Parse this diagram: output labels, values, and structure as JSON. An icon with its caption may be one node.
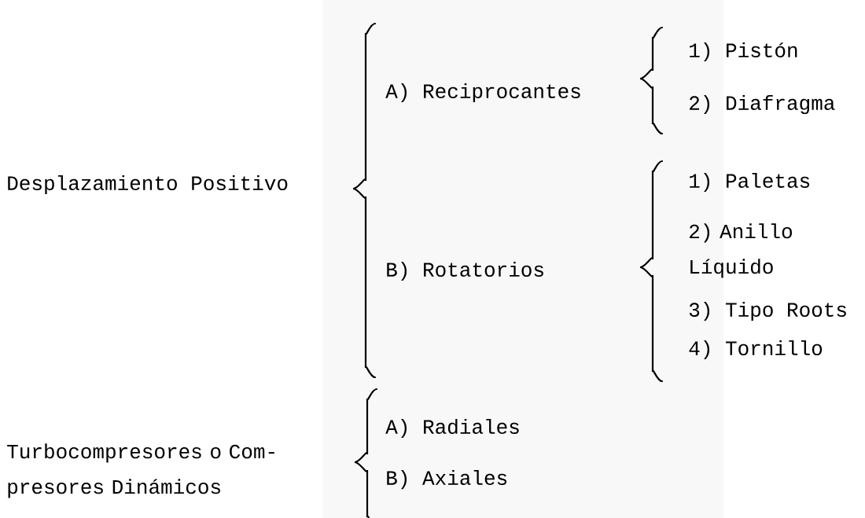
{
  "diagram": {
    "labels": [
      "Desplazamiento Positivo",
      "A) Reciprocantes",
      "1) Pistón",
      "2) Diafragma",
      "B) Rotatorios",
      "1) Paletas",
      "2) Anillo Líquido",
      "3) Tipo Roots",
      "4) Tornillo",
      "Turbocompresores o Com- presores Dinámicos",
      "A) Radiales",
      "B) Axiales"
    ]
  }
}
